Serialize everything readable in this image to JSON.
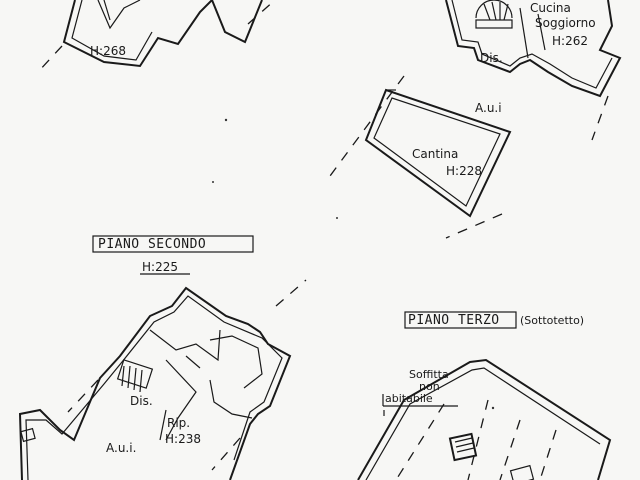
{
  "floors": {
    "ground_fragment": {
      "left_height": "H:268",
      "kitchen": "Cucina",
      "living": "Soggiorno",
      "right_height": "H:262",
      "hall": "Dis.",
      "area": "A.u.i",
      "cellar": "Cantina",
      "cellar_height": "H:228"
    },
    "second": {
      "title": "PIANO SECONDO",
      "height": "H:225",
      "hall": "Dis.",
      "storage": "Rip.",
      "storage_height": "H:238",
      "area": "A.u.i."
    },
    "third": {
      "title": "PIANO TERZO",
      "subtitle": "(Sottotetto)",
      "attic_line1": "Soffitta",
      "attic_line2": "non",
      "attic_line3": "abitabile"
    }
  }
}
